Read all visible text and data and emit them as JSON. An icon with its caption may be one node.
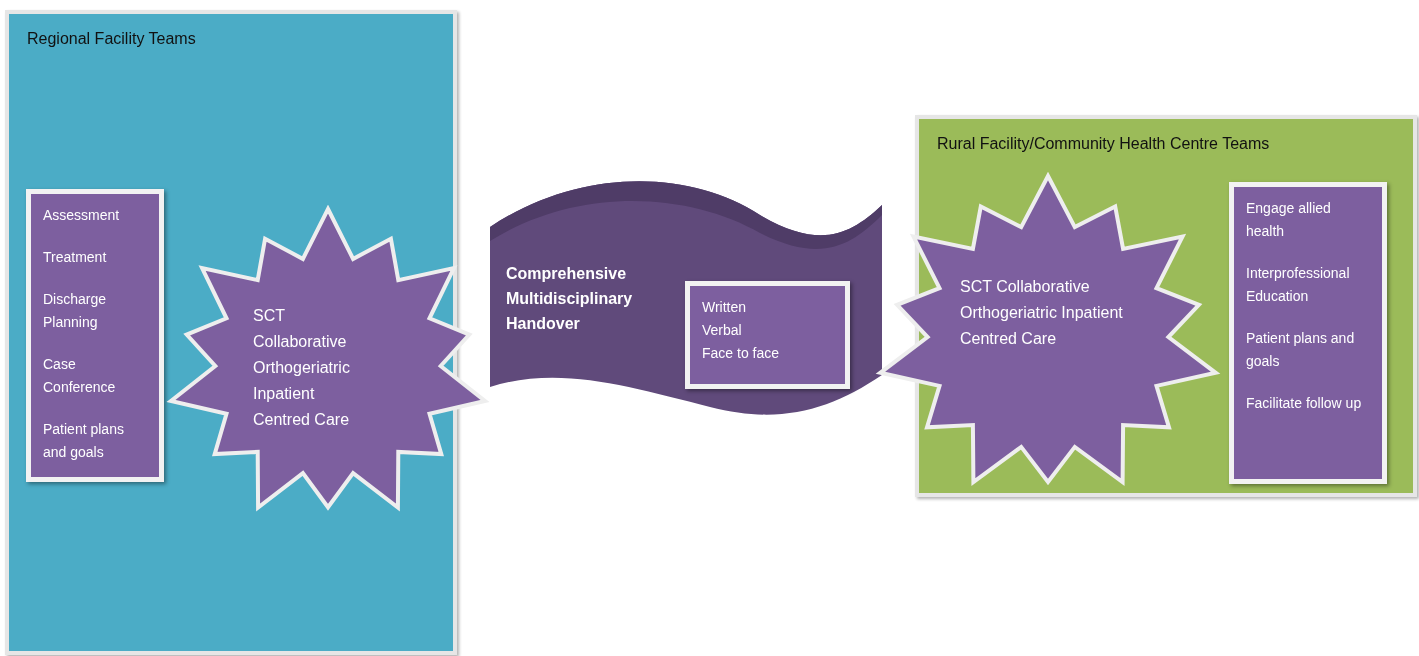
{
  "diagram": {
    "nodes": [
      {
        "text": [
          "Regional Facility Teams"
        ]
      },
      {
        "text": [
          "Assessment",
          "Treatment",
          "Discharge Planning",
          "Case Conference",
          "Patient plans and goals"
        ],
        "in": 0
      },
      {
        "text": [
          "SCT Collaborative Orthogeriatric Inpatient Centred Care"
        ]
      },
      {
        "text": [
          "Comprehensive Multidisciplinary Handover"
        ]
      },
      {
        "text": [
          "Written",
          "Verbal",
          "Face to face"
        ],
        "in": 3
      },
      {
        "text": [
          "Rural Facility/Community Health Centre Teams"
        ]
      },
      {
        "text": [
          "SCT Collaborative Orthogeriatric Inpatient Centred Care"
        ]
      },
      {
        "text": [
          "Engage allied health",
          "Interprofessional Education",
          "Patient plans and goals",
          "Facilitate follow up"
        ],
        "in": 5
      }
    ]
  }
}
